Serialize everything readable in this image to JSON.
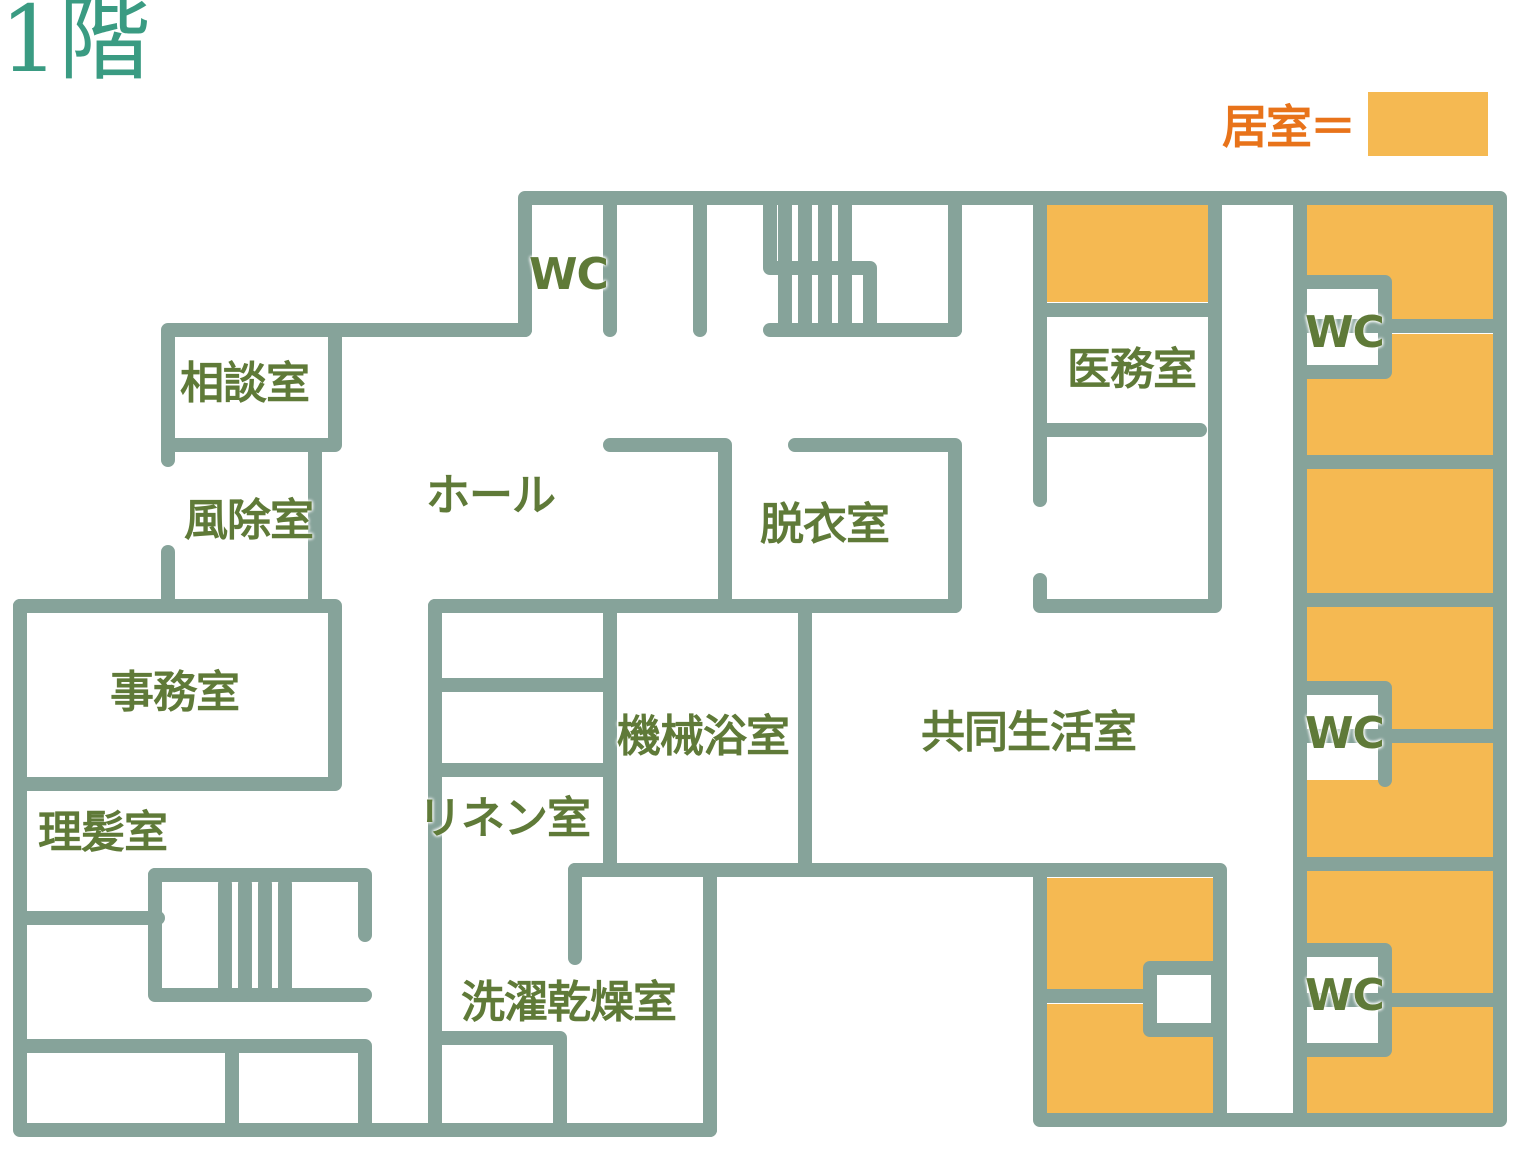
{
  "floor_title": "1階",
  "legend": {
    "label": "居室＝",
    "color": "#f5b952"
  },
  "colors": {
    "wall": "#86a39a",
    "room": "#f5b952",
    "label": "#5f7a38",
    "title": "#3a9b82",
    "legend_text": "#e8731a"
  },
  "rooms": {
    "wc_top": "WC",
    "soudan": "相談室",
    "fuujo": "風除室",
    "hall": "ホール",
    "datsui": "脱衣室",
    "imu": "医務室",
    "wc_right_1": "WC",
    "jimu": "事務室",
    "kikai": "機械浴室",
    "kyoudou": "共同生活室",
    "wc_right_2": "WC",
    "rihatsu": "理髪室",
    "rinen": "リネン室",
    "sentaku": "洗濯乾燥室",
    "wc_right_3": "WC"
  }
}
